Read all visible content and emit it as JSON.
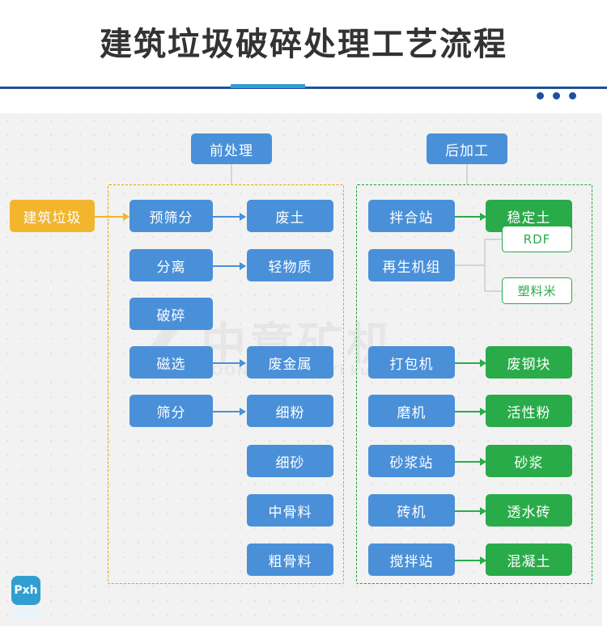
{
  "header": {
    "title": "建筑垃圾破碎处理工艺流程"
  },
  "watermark": {
    "mark": "Z",
    "chinese": "中意矿机",
    "english": "ZOONYE ZhongYi kuangji"
  },
  "logo": {
    "text": "Pxh"
  },
  "diagram": {
    "stage_labels": [
      {
        "id": "pre",
        "label": "前处理"
      },
      {
        "id": "post",
        "label": "后加工"
      }
    ],
    "input": {
      "label": "建筑垃圾"
    },
    "pre_process_steps": [
      {
        "label": "预筛分"
      },
      {
        "label": "分离"
      },
      {
        "label": "破碎"
      },
      {
        "label": "磁选"
      },
      {
        "label": "筛分"
      }
    ],
    "intermediate_products": [
      {
        "label": "废土"
      },
      {
        "label": "轻物质"
      },
      {
        "label": "废金属"
      },
      {
        "label": "细粉"
      },
      {
        "label": "细砂"
      },
      {
        "label": "中骨料"
      },
      {
        "label": "粗骨料"
      }
    ],
    "post_process_units": [
      {
        "label": "拌合站"
      },
      {
        "label": "再生机组"
      },
      {
        "label": "打包机"
      },
      {
        "label": "磨机"
      },
      {
        "label": "砂浆站"
      },
      {
        "label": "砖机"
      },
      {
        "label": "搅拌站"
      }
    ],
    "outputs": [
      {
        "label": "稳定土",
        "style": "solid"
      },
      {
        "label": "RDF",
        "style": "outline"
      },
      {
        "label": "塑料米",
        "style": "outline"
      },
      {
        "label": "废钢块",
        "style": "solid"
      },
      {
        "label": "活性粉",
        "style": "solid"
      },
      {
        "label": "砂浆",
        "style": "solid"
      },
      {
        "label": "透水砖",
        "style": "solid"
      },
      {
        "label": "混凝土",
        "style": "solid"
      }
    ],
    "colors": {
      "blue": "#4a90d9",
      "green": "#2aab4a",
      "orange": "#f2b52b",
      "group_pre_border": "#e0a800",
      "group_post_border": "#22a03b",
      "header_rule": "#1f4f9c",
      "header_accent": "#2f9fd0"
    }
  }
}
